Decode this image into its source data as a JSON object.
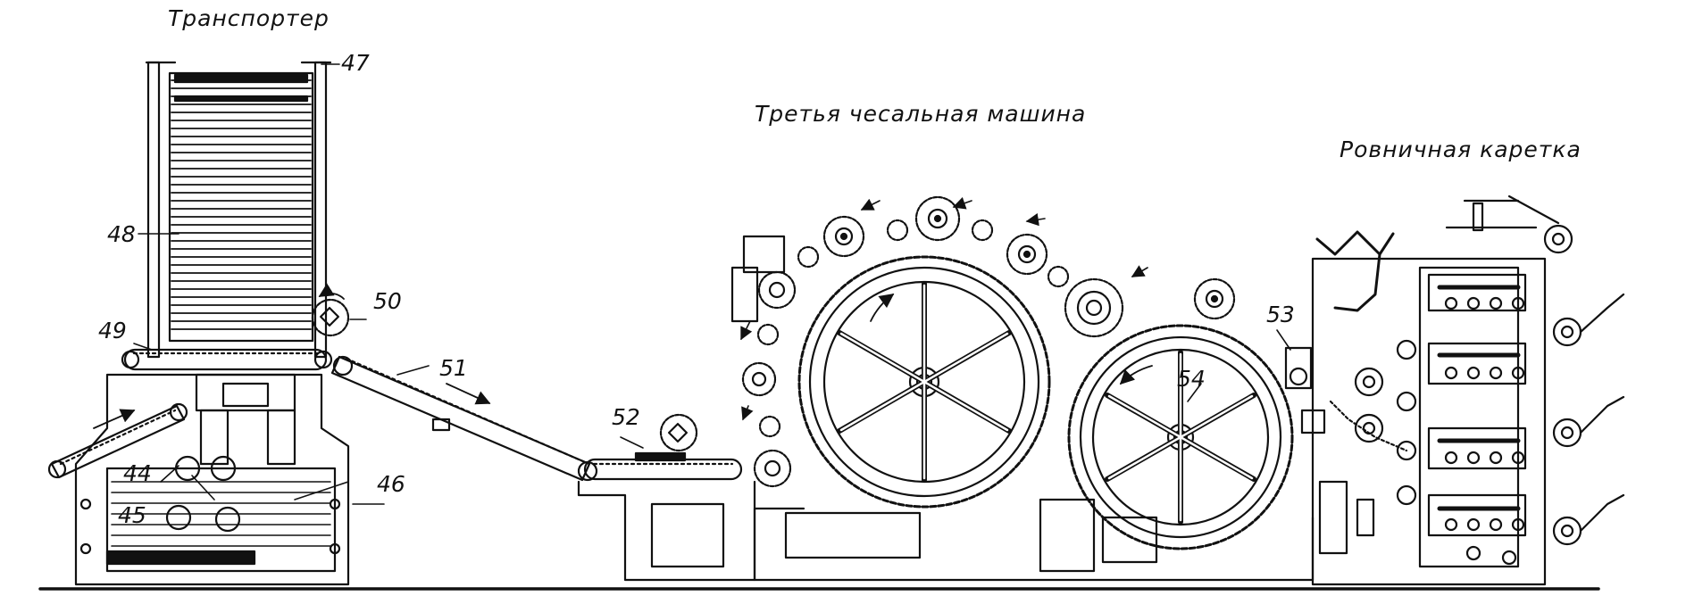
{
  "section_titles": {
    "transporter": "Транспортер",
    "third_carding_machine": "Третья чесальная машина",
    "roving_carriage": "Ровничная каретка"
  },
  "callouts": {
    "n44": "44",
    "n45": "45",
    "n46": "46",
    "n47": "47",
    "n48": "48",
    "n49": "49",
    "n50": "50",
    "n51": "51",
    "n52": "52",
    "n53": "53",
    "n54": "54"
  }
}
